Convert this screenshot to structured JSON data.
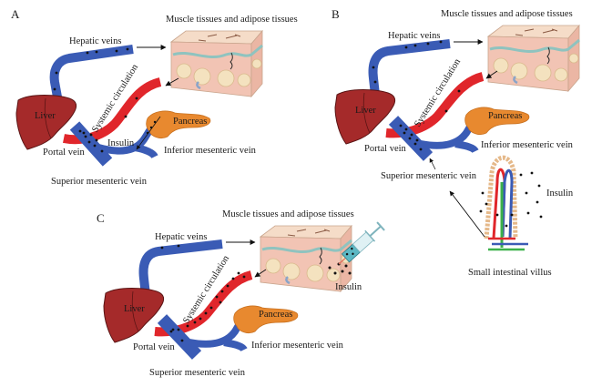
{
  "figure": {
    "colors": {
      "vein_blue": "#3a5bb5",
      "artery_red": "#e0262b",
      "liver": "#a52a2a",
      "pancreas": "#e8892f",
      "insulin_dot": "#111111",
      "villus_green": "#3cb14a",
      "syringe_teal": "#5cb8c4",
      "tissue_skin": "#f3d3c0"
    },
    "panels": [
      {
        "id": "A",
        "label": "A",
        "labels": {
          "tissue": "Muscle tissues and adipose tissues",
          "hepatic": "Hepatic veins",
          "systemic": "Systemic circulation",
          "liver": "Liver",
          "pancreas": "Pancreas",
          "insulin": "Insulin",
          "portal": "Portal vein",
          "inferior": "Inferior mesenteric vein",
          "superior": "Superior mesenteric vein"
        },
        "insulin_source": "Pancreas"
      },
      {
        "id": "B",
        "label": "B",
        "labels": {
          "tissue": "Muscle tissues and adipose tissues",
          "hepatic": "Hepatic veins",
          "systemic": "Systemic circulation",
          "liver": "Liver",
          "pancreas": "Pancreas",
          "portal": "Portal vein",
          "inferior": "Inferior mesenteric vein",
          "superior": "Superior mesenteric vein",
          "insulin": "Insulin",
          "villus": "Small intestinal villus"
        },
        "insulin_source": "Small intestinal villus"
      },
      {
        "id": "C",
        "label": "C",
        "labels": {
          "tissue": "Muscle tissues and adipose tissues",
          "hepatic": "Hepatic veins",
          "systemic": "Systemic circulation",
          "liver": "Liver",
          "pancreas": "Pancreas",
          "insulin": "Insulin",
          "portal": "Portal vein",
          "inferior": "Inferior mesenteric vein",
          "superior": "Superior mesenteric vein"
        },
        "insulin_source": "Subcutaneous injection"
      }
    ]
  }
}
